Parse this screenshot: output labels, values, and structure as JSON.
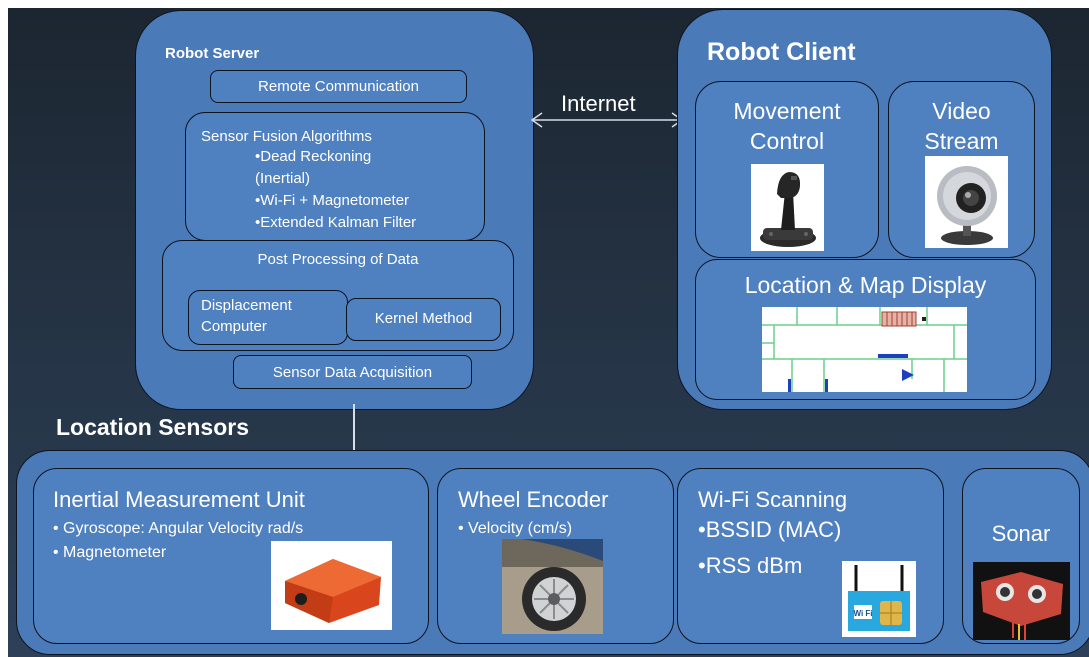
{
  "server": {
    "title": "Robot Server",
    "remote": "Remote Communication",
    "fusion_title": "Sensor Fusion Algorithms",
    "fusion_items": [
      "•Dead Reckoning",
      "(Inertial)",
      "•Wi-Fi + Magnetometer",
      "•Extended Kalman Filter"
    ],
    "post_title": "Post Processing of Data",
    "displacement": [
      "Displacement",
      "Computer"
    ],
    "kernel": "Kernel Method",
    "acquisition": "Sensor Data Acquisition"
  },
  "link": {
    "label": "Internet"
  },
  "client": {
    "title": "Robot Client",
    "movement": [
      "Movement",
      "Control"
    ],
    "video": [
      "Video",
      "Stream"
    ],
    "map": "Location & Map Display"
  },
  "sensors": {
    "title": "Location Sensors",
    "imu": {
      "title": "Inertial Measurement Unit",
      "items": [
        "• Gyroscope: Angular Velocity rad/s",
        "• Magnetometer"
      ]
    },
    "wheel": {
      "title": "Wheel Encoder",
      "items": [
        "• Velocity (cm/s)"
      ]
    },
    "wifi": {
      "title": "Wi-Fi Scanning",
      "items": [
        "•BSSID (MAC)",
        "•RSS dBm"
      ],
      "card_label": "Wi Fi"
    },
    "sonar": {
      "title": "Sonar"
    }
  },
  "colors": {
    "box": "#4a7ab8",
    "border": "#0c1420",
    "background": "#233141"
  }
}
